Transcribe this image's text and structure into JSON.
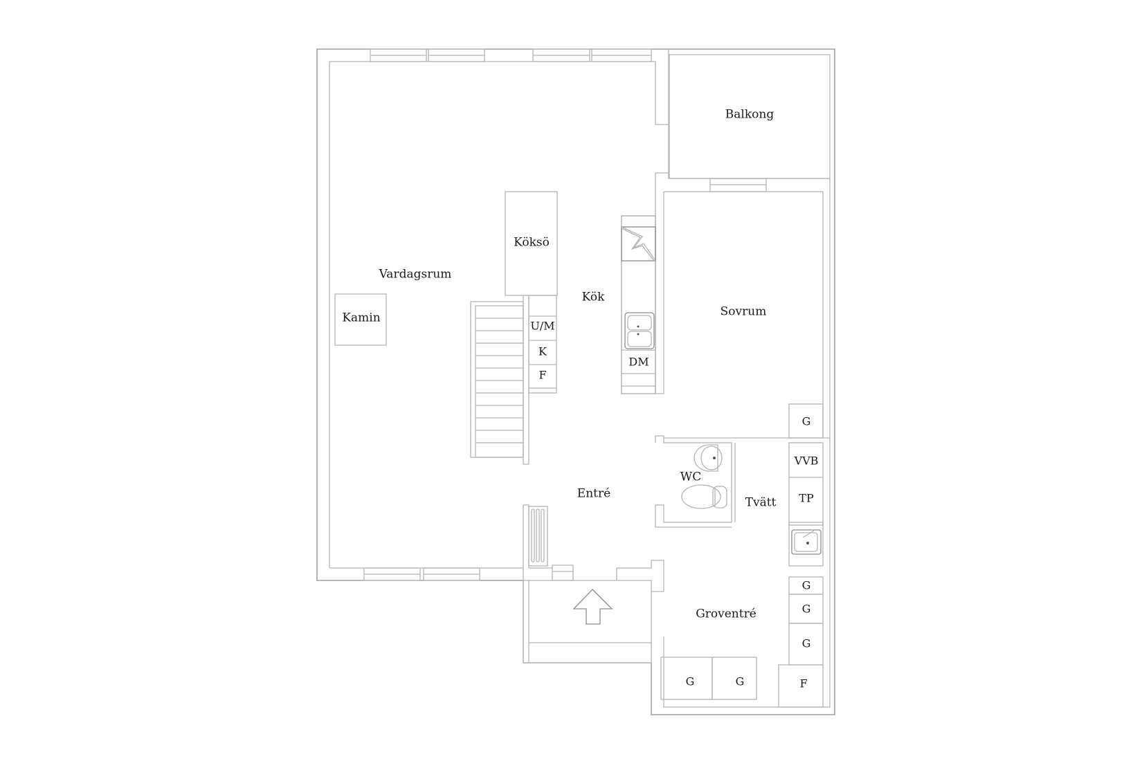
{
  "plan": {
    "rooms": {
      "vardagsrum": "Vardagsrum",
      "kamin": "Kamin",
      "kokso": "Köksö",
      "kok": "Kök",
      "balkong": "Balkong",
      "sovrum": "Sovrum",
      "entre": "Entré",
      "wc": "WC",
      "tvatt": "Tvätt",
      "groventre": "Groventré"
    },
    "fixtures": {
      "um": "U/M",
      "k": "K",
      "f_kitchen": "F",
      "dm": "DM",
      "g_sovrum": "G",
      "vvb": "VVB",
      "tp": "TP",
      "g_groventre_1": "G",
      "g_groventre_2": "G",
      "g_groventre_3": "G",
      "g_groventre_bottom_1": "G",
      "g_groventre_bottom_2": "G",
      "f_groventre": "F"
    },
    "icons": {
      "entrance_arrow": "arrow-up-icon",
      "stove": "stove-icon",
      "sink_double": "double-sink-icon",
      "wash_basin": "wash-basin-icon",
      "toilet": "toilet-icon",
      "laundry_sink": "laundry-sink-icon",
      "radiator": "radiator-icon",
      "stairs": "stairs-icon"
    },
    "colors": {
      "wall": "#b4b4b4",
      "text": "#1a1a1a",
      "background": "#ffffff"
    }
  }
}
